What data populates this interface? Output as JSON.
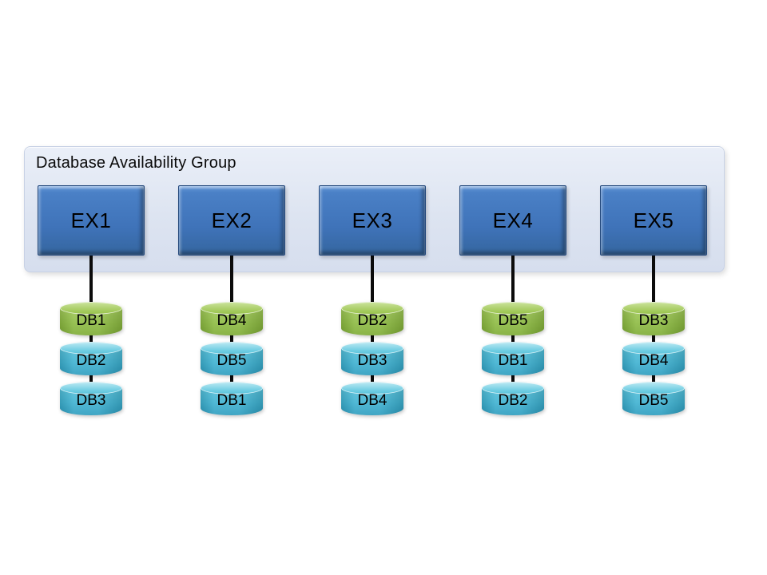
{
  "diagram": {
    "title": "Database Availability Group",
    "servers": [
      {
        "label": "EX1",
        "databases": [
          {
            "label": "DB1",
            "role": "active"
          },
          {
            "label": "DB2",
            "role": "copy"
          },
          {
            "label": "DB3",
            "role": "copy"
          }
        ]
      },
      {
        "label": "EX2",
        "databases": [
          {
            "label": "DB4",
            "role": "active"
          },
          {
            "label": "DB5",
            "role": "copy"
          },
          {
            "label": "DB1",
            "role": "copy"
          }
        ]
      },
      {
        "label": "EX3",
        "databases": [
          {
            "label": "DB2",
            "role": "active"
          },
          {
            "label": "DB3",
            "role": "copy"
          },
          {
            "label": "DB4",
            "role": "copy"
          }
        ]
      },
      {
        "label": "EX4",
        "databases": [
          {
            "label": "DB5",
            "role": "active"
          },
          {
            "label": "DB1",
            "role": "copy"
          },
          {
            "label": "DB2",
            "role": "copy"
          }
        ]
      },
      {
        "label": "EX5",
        "databases": [
          {
            "label": "DB3",
            "role": "active"
          },
          {
            "label": "DB4",
            "role": "copy"
          },
          {
            "label": "DB5",
            "role": "copy"
          }
        ]
      }
    ],
    "colors": {
      "active_database": "#8FBC45",
      "copy_database": "#3FB2D2",
      "server_box": "#3F74B8",
      "group_background": "#DCE4F1",
      "connector": "#000000"
    }
  }
}
